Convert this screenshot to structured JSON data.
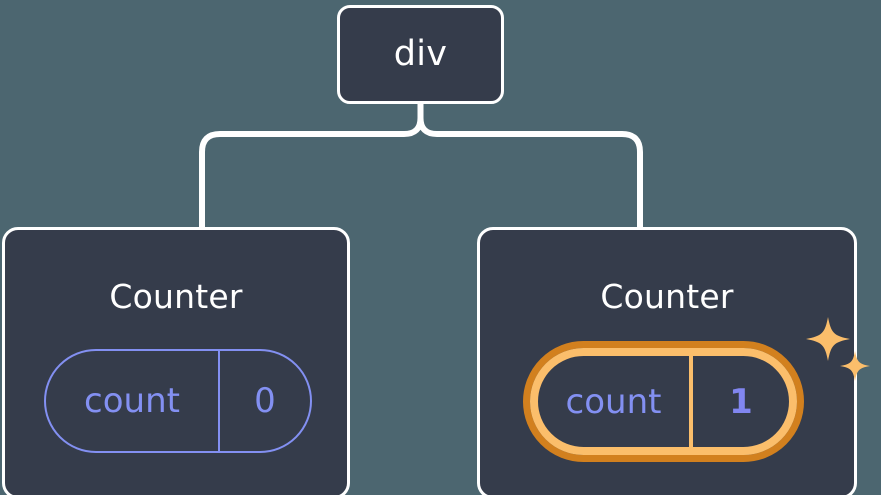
{
  "diagram": {
    "type": "component-tree",
    "colors": {
      "background": "#4c6670",
      "node_fill": "#353c4b",
      "node_border": "#ffffff",
      "connector": "#ffffff",
      "pill_accent": "#8390f2",
      "highlight_outer": "#d2801e",
      "highlight_inner": "#fbbe6b",
      "sparkle": "#fbbe6b",
      "value_text": "#8186f0"
    },
    "root": {
      "label": "div"
    },
    "children": [
      {
        "title": "Counter",
        "state": {
          "key": "count",
          "value": "0"
        },
        "highlighted": false
      },
      {
        "title": "Counter",
        "state": {
          "key": "count",
          "value": "1"
        },
        "highlighted": true,
        "sparkle_icons": [
          "sparkle-large",
          "sparkle-small"
        ]
      }
    ]
  }
}
